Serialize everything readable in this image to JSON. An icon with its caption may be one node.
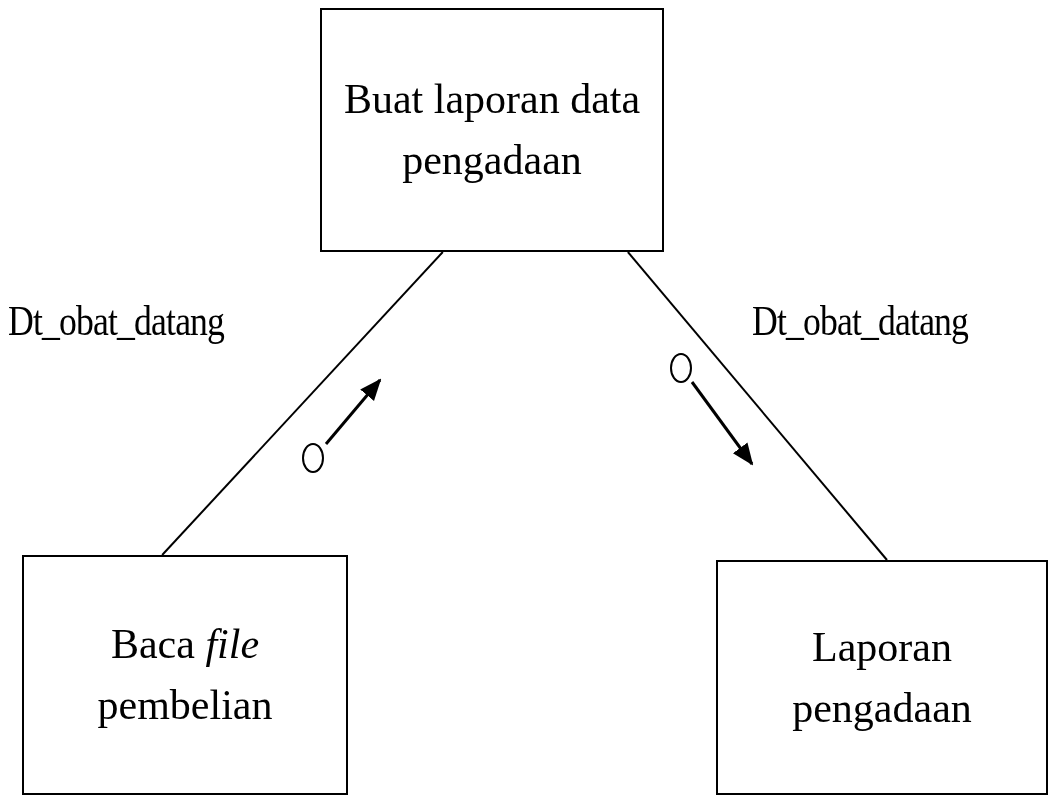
{
  "diagram": {
    "nodes": [
      {
        "text": [
          "Buat laporan data pengadaan"
        ]
      },
      {
        "text": [
          "Baca *file* pembelian"
        ]
      },
      {
        "text": [
          "Laporan pengadaan"
        ]
      }
    ],
    "edges": [
      {
        "from": 0,
        "to": 1,
        "arrow": "none",
        "label": "Dt_obat_datang"
      },
      {
        "from": 0,
        "to": 2,
        "arrow": "none",
        "label": "Dt_obat_datang"
      }
    ]
  }
}
